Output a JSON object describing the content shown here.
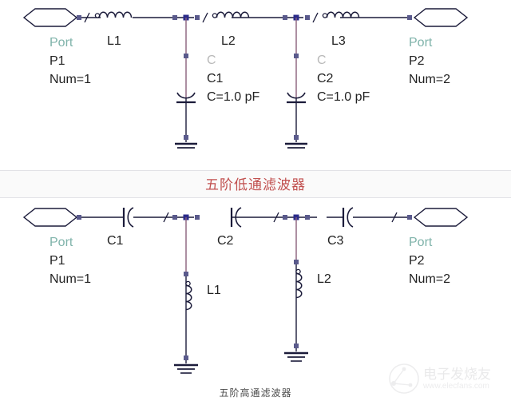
{
  "page": {
    "background": "#ffffff",
    "divider_color": "#e2e2e6"
  },
  "colors": {
    "wire": "#1b1b3a",
    "branch_wire": "#8a5f7a",
    "node": "#3b3b8f",
    "port_label": "#7fb3aa",
    "component_type_label": "#b9b9b9",
    "text": "#222222",
    "mid_title": "#c1504f",
    "bottom_title": "#4c4c4c",
    "watermark": "#b8b8bc"
  },
  "mid_title": {
    "text": "五阶低通滤波器"
  },
  "bottom_title": {
    "text": "五阶高通滤波器"
  },
  "watermark": {
    "brand": "电子发烧友",
    "url": "www.elecfans.com"
  },
  "lowpass": {
    "name": "low-pass-filter-schematic",
    "ports": [
      {
        "id": "p1",
        "type_label": "Port",
        "ref": "P1",
        "num": "Num=1"
      },
      {
        "id": "p2",
        "type_label": "Port",
        "ref": "P2",
        "num": "Num=2"
      }
    ],
    "series_inductors": [
      {
        "ref": "L1"
      },
      {
        "ref": "L2"
      },
      {
        "ref": "L3"
      }
    ],
    "shunt_capacitors": [
      {
        "type_label": "C",
        "ref": "C1",
        "value": "C=1.0 pF"
      },
      {
        "type_label": "C",
        "ref": "C2",
        "value": "C=1.0 pF"
      }
    ]
  },
  "highpass": {
    "name": "high-pass-filter-schematic",
    "ports": [
      {
        "id": "p1",
        "type_label": "Port",
        "ref": "P1",
        "num": "Num=1"
      },
      {
        "id": "p2",
        "type_label": "Port",
        "ref": "P2",
        "num": "Num=2"
      }
    ],
    "series_capacitors": [
      {
        "ref": "C1"
      },
      {
        "ref": "C2"
      },
      {
        "ref": "C3"
      }
    ],
    "shunt_inductors": [
      {
        "ref": "L1"
      },
      {
        "ref": "L2"
      }
    ]
  }
}
